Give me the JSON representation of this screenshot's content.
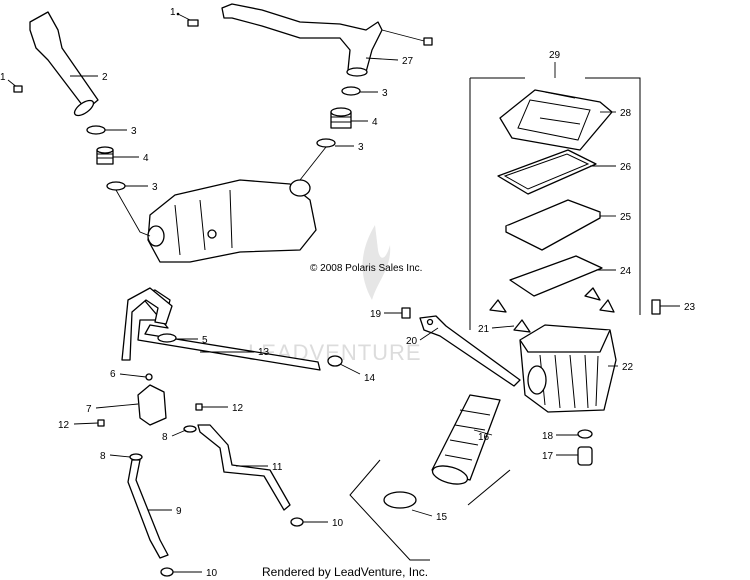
{
  "copyright": "© 2008 Polaris Sales Inc.",
  "watermark": "LEADVENTURE",
  "footer": "Rendered by LeadVenture, Inc.",
  "callouts": {
    "c1a": "1",
    "c1b": "1",
    "c2": "2",
    "c3a": "3",
    "c3b": "3",
    "c3c": "3",
    "c3d": "3",
    "c4a": "4",
    "c4b": "4",
    "c5": "5",
    "c6": "6",
    "c7": "7",
    "c8a": "8",
    "c8b": "8",
    "c9": "9",
    "c10a": "10",
    "c10b": "10",
    "c11": "11",
    "c12a": "12",
    "c12b": "12",
    "c13": "13",
    "c14": "14",
    "c15": "15",
    "c16": "16",
    "c17": "17",
    "c18": "18",
    "c19": "19",
    "c20": "20",
    "c21": "21",
    "c22": "22",
    "c23": "23",
    "c24": "24",
    "c25": "25",
    "c26": "26",
    "c27": "27",
    "c28": "28",
    "c29": "29"
  }
}
